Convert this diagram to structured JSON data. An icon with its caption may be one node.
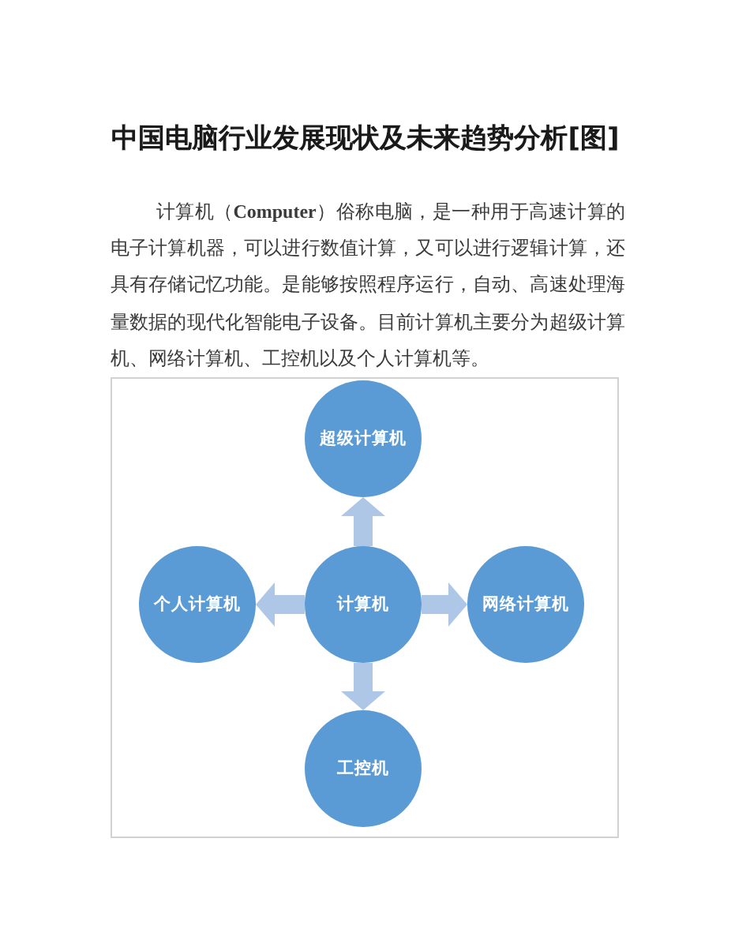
{
  "diagram": {
    "title": "中国电脑行业发展现状及未来趋势分析[图]",
    "nodes": [
      {
        "text": [
          "超级计算机"
        ]
      },
      {
        "text": [
          "个人计算机"
        ]
      },
      {
        "text": [
          "计算机"
        ]
      },
      {
        "text": [
          "网络计算机"
        ]
      },
      {
        "text": [
          "工控机"
        ]
      }
    ],
    "edges": [
      {
        "from": 2,
        "to": 0,
        "arrow": "to"
      },
      {
        "from": 2,
        "to": 1,
        "arrow": "to"
      },
      {
        "from": 2,
        "to": 3,
        "arrow": "to"
      },
      {
        "from": 2,
        "to": 4,
        "arrow": "to"
      }
    ],
    "labels": [
      "计算机（**Computer**）俗称电脑，是一种用于高速计算的电子计算机器，可以进行数值计算，又可以进行逻辑计算，还具有存储记忆功能。是能够按照程序运行，自动、高速处理海量数据的现代化智能电子设备。目前计算机主要分为超级计算机、网络计算机、工控机以及个人计算机等。"
    ]
  }
}
